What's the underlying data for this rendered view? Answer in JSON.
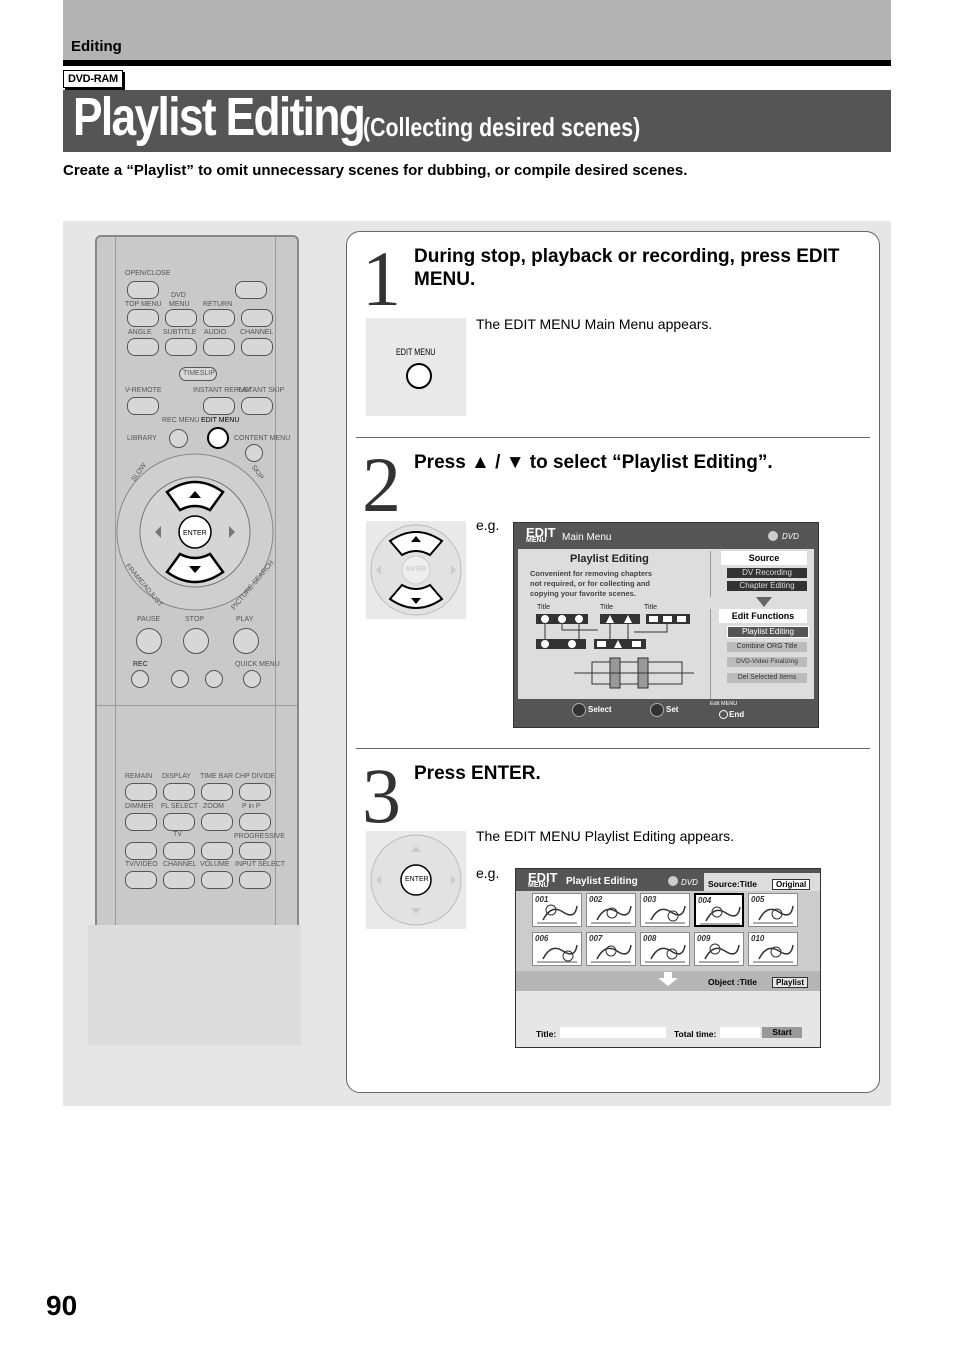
{
  "header": {
    "section": "Editing",
    "badge": "DVD-RAM"
  },
  "title": {
    "main": "Playlist Editing",
    "sub": "(Collecting desired scenes)"
  },
  "intro": "Create a “Playlist” to omit unnecessary scenes for dubbing, or compile desired scenes.",
  "remote": {
    "labels": {
      "open_close": "OPEN/CLOSE",
      "dvd": "DVD",
      "top_menu": "TOP MENU",
      "menu": "MENU",
      "return": "RETURN",
      "angle": "ANGLE",
      "subtitle": "SUBTITLE",
      "audio": "AUDIO",
      "channel": "CHANNEL",
      "timeslip": "TIMESLIP",
      "v_remote": "V-REMOTE",
      "instant_replay": "INSTANT REPLAY",
      "instant_skip": "INSTANT SKIP",
      "rec_menu": "REC MENU",
      "edit_menu": "EDIT MENU",
      "library": "LIBRARY",
      "content_menu": "CONTENT MENU",
      "slow": "SLOW",
      "skip": "SKIP",
      "enter": "ENTER",
      "frame_adjust": "FRAME/ADJUST",
      "picture_search": "PICTURE SEARCH",
      "pause": "PAUSE",
      "stop": "STOP",
      "play": "PLAY",
      "rec": "REC",
      "quick_menu": "QUICK MENU",
      "remain": "REMAIN",
      "display": "DISPLAY",
      "time_bar": "TIME BAR",
      "chp_divide": "CHP DIVIDE",
      "dimmer": "DIMMER",
      "fl_select": "FL SELECT",
      "zoom": "ZOOM",
      "p_in_p": "P in P",
      "tv": "TV",
      "progressive": "PROGRESSIVE",
      "tv_video": "TV/VIDEO",
      "channel2": "CHANNEL",
      "volume": "VOLUME",
      "input_select": "INPUT SELECT"
    }
  },
  "steps": [
    {
      "num": "1",
      "heading": "During stop, playback or recording, press EDIT MENU.",
      "note": "The EDIT MENU Main Menu appears.",
      "button_label": "EDIT MENU"
    },
    {
      "num": "2",
      "heading": "Press ▲ / ▼ to select “Playlist Editing”.",
      "eg": "e.g.",
      "enter_label": "ENTER"
    },
    {
      "num": "3",
      "heading": "Press ENTER.",
      "note": "The EDIT MENU Playlist Editing appears.",
      "eg": "e.g.",
      "enter_label": "ENTER"
    }
  ],
  "screen1": {
    "logo_top": "EDIT",
    "logo_bottom": "MENU",
    "title": "Main Menu",
    "dvd": "DVD",
    "item_title": "Playlist Editing",
    "desc": [
      "Convenient for removing chapters",
      "not required, or for collecting and",
      "copying your favorite scenes."
    ],
    "title_labels": [
      "Title",
      "Title",
      "Title"
    ],
    "source_label": "Source",
    "source_items": [
      "DV Recording",
      "Chapter Editing"
    ],
    "functions_label": "Edit Functions",
    "function_items": [
      "Playlist Editing",
      "Combine ORG Title",
      "DVD-Video Finalizing",
      "Del Selected Items"
    ],
    "select": "Select",
    "set": "Set",
    "edit_menu_small": "Edit MENU",
    "end": "End"
  },
  "screen2": {
    "logo_top": "EDIT",
    "logo_bottom": "MENU",
    "title": "Playlist Editing",
    "dvd": "DVD",
    "source": "Source:Title",
    "original": "Original",
    "thumbs": [
      "001",
      "002",
      "003",
      "004",
      "005",
      "006",
      "007",
      "008",
      "009",
      "010"
    ],
    "object": "Object :Title",
    "playlist": "Playlist",
    "title_label": "Title:",
    "total_time": "Total time:",
    "start": "Start"
  },
  "page_number": "90"
}
